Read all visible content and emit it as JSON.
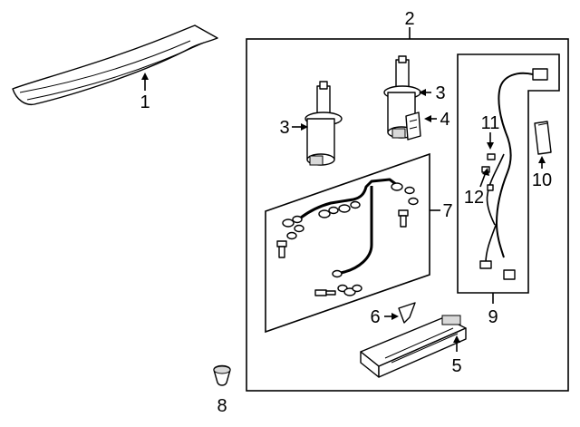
{
  "callouts": {
    "c1": "1",
    "c2": "2",
    "c3a": "3",
    "c3b": "3",
    "c4": "4",
    "c5": "5",
    "c6": "6",
    "c7": "7",
    "c8": "8",
    "c9": "9",
    "c10": "10",
    "c11": "11",
    "c12": "12"
  },
  "colors": {
    "line": "#000000",
    "background": "#ffffff",
    "shade": "#d9d9d9"
  }
}
